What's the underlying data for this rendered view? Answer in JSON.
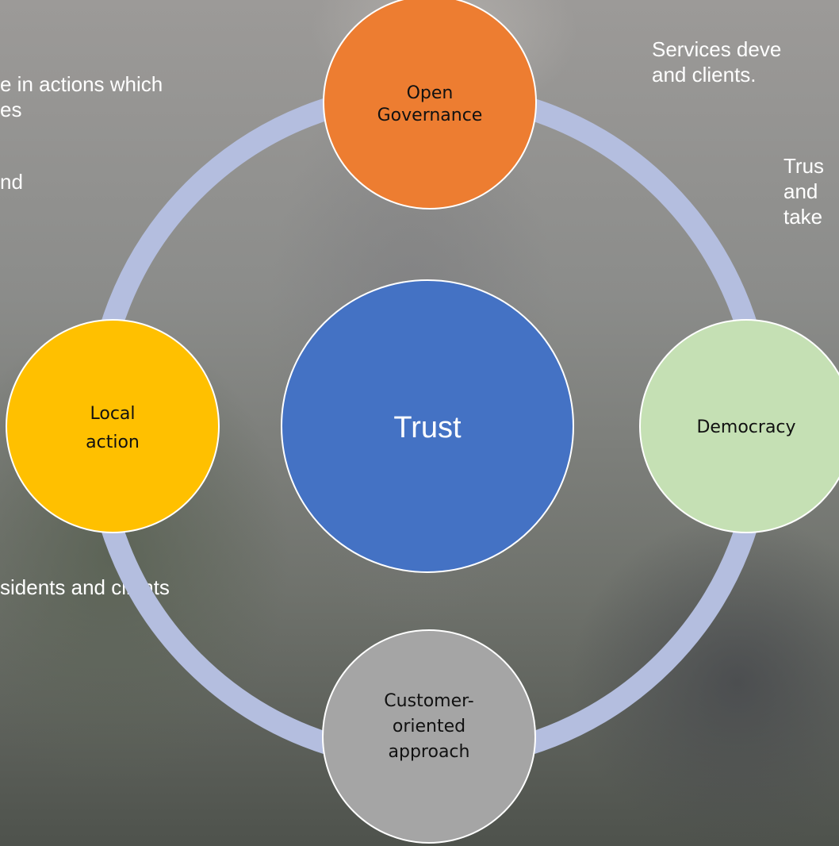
{
  "background_fragments": [
    {
      "lines": [
        "e in actions which",
        "es"
      ]
    },
    {
      "lines": [
        "nd"
      ]
    },
    {
      "lines": [
        "Services deve",
        "and clients."
      ]
    },
    {
      "lines": [
        "Trus",
        "and",
        "take"
      ]
    },
    {
      "lines": [
        "sidents and clients"
      ]
    }
  ],
  "diagram": {
    "ring_color": "#b4bedf",
    "center": {
      "label": "Trust",
      "color": "#4472c4"
    },
    "nodes": [
      {
        "id": "open-governance",
        "lines": [
          "Open",
          "Governance"
        ],
        "color": "#ed7d31"
      },
      {
        "id": "democracy",
        "lines": [
          "Democracy"
        ],
        "color": "#c5e0b4"
      },
      {
        "id": "customer-oriented-approach",
        "lines": [
          "Customer-",
          "oriented",
          "approach"
        ],
        "color": "#a5a5a5"
      },
      {
        "id": "local-action",
        "lines": [
          "Local",
          "action"
        ],
        "color": "#ffc000"
      }
    ]
  }
}
